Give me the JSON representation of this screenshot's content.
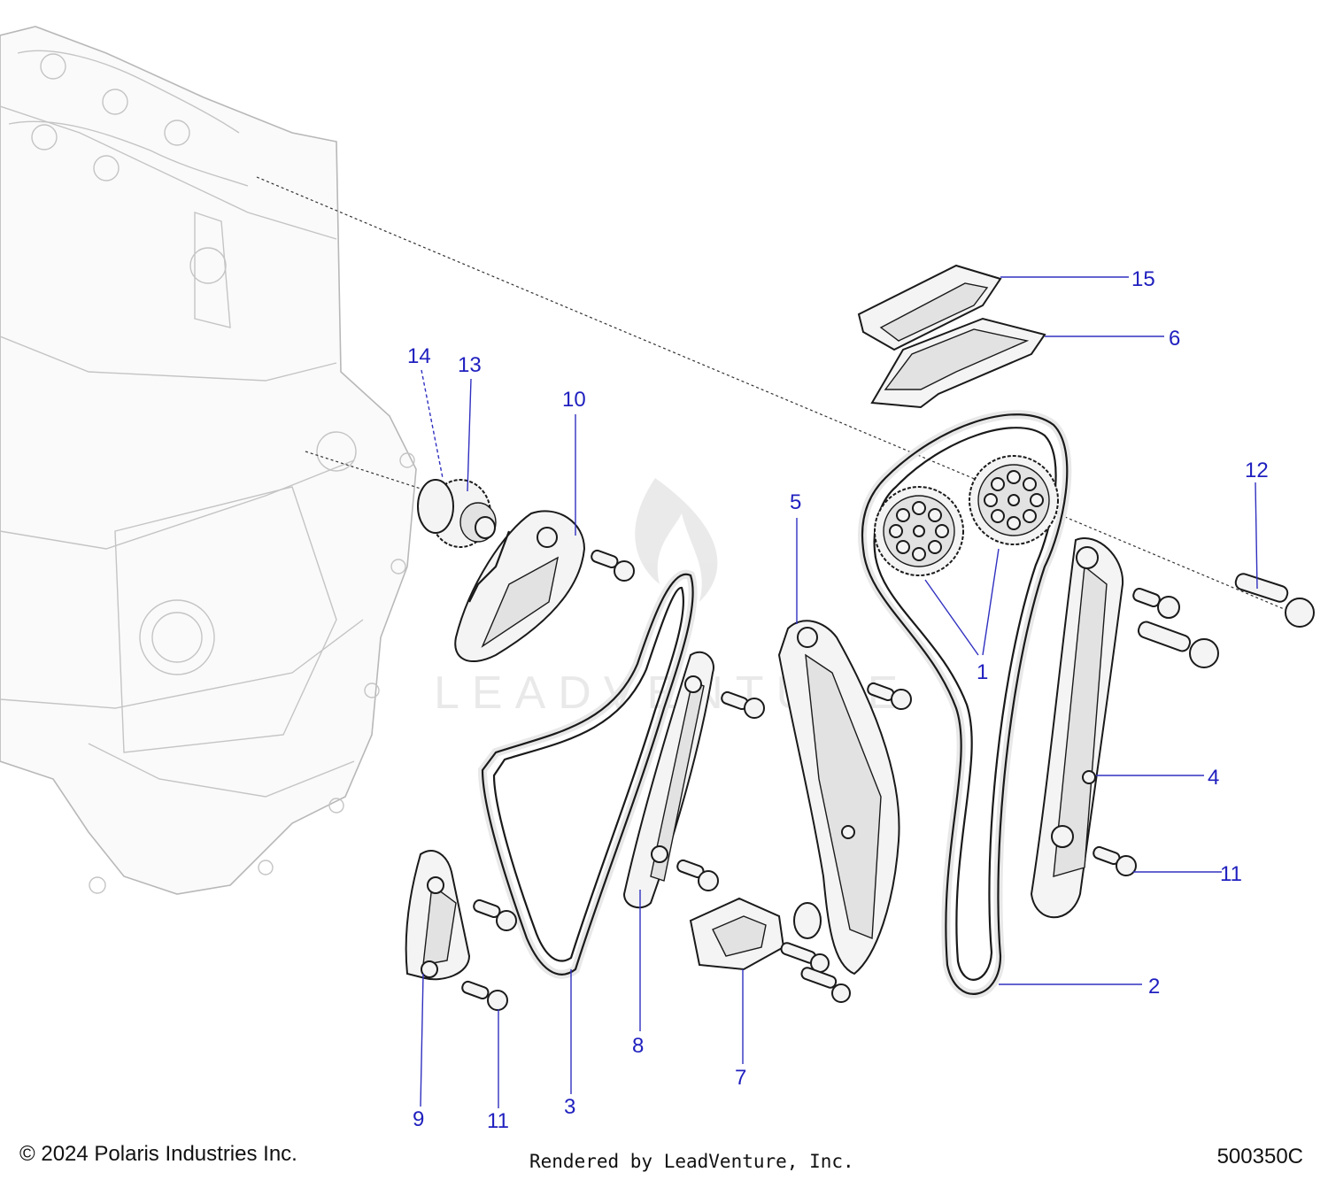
{
  "footer": {
    "copyright": "© 2024 Polaris Industries Inc.",
    "rendered_by": "Rendered by LeadVenture, Inc.",
    "doc_number": "500350C"
  },
  "callouts": {
    "c1": "1",
    "c2": "2",
    "c3": "3",
    "c4": "4",
    "c5": "5",
    "c6": "6",
    "c7": "7",
    "c8": "8",
    "c9": "9",
    "c10": "10",
    "c11a": "11",
    "c11b": "11",
    "c12": "12",
    "c13": "13",
    "c14": "14",
    "c15": "15"
  },
  "icons": {
    "watermark": "leadventure-flame-watermark"
  },
  "colors": {
    "callout_text": "#1f1fbf",
    "leader_line": "#3030c0",
    "part_outline": "#1a1a1a",
    "engine_ghost": "#b8b8b8"
  }
}
